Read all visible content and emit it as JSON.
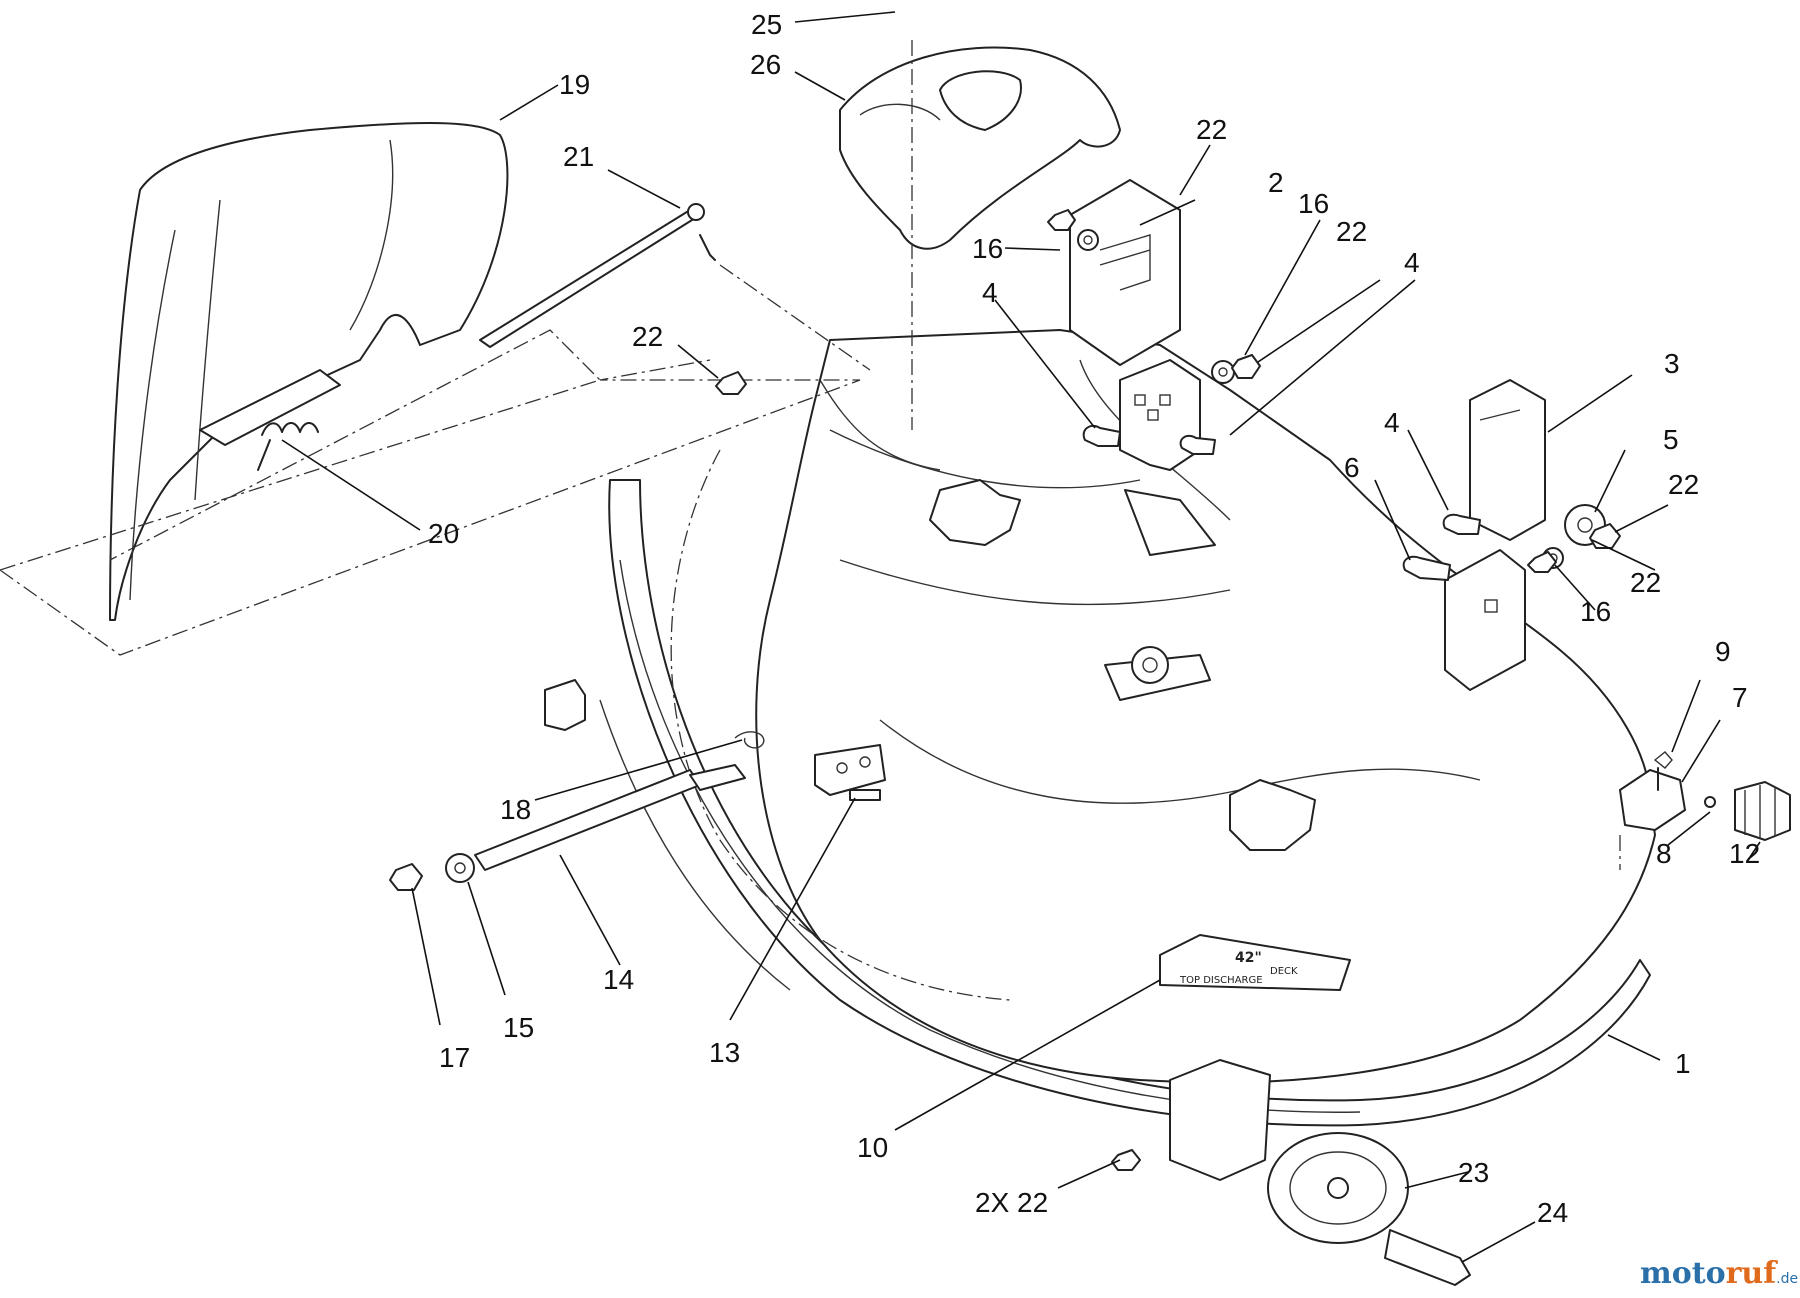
{
  "diagram": {
    "callouts": [
      {
        "id": "c25",
        "text": "25"
      },
      {
        "id": "c26",
        "text": "26"
      },
      {
        "id": "c19",
        "text": "19"
      },
      {
        "id": "c21",
        "text": "21"
      },
      {
        "id": "c22a",
        "text": "22"
      },
      {
        "id": "c2",
        "text": "2"
      },
      {
        "id": "c16a",
        "text": "16"
      },
      {
        "id": "c16b",
        "text": "16"
      },
      {
        "id": "c22b",
        "text": "22"
      },
      {
        "id": "c4a",
        "text": "4"
      },
      {
        "id": "c4b",
        "text": "4"
      },
      {
        "id": "c22c",
        "text": "22"
      },
      {
        "id": "c3",
        "text": "3"
      },
      {
        "id": "c4c",
        "text": "4"
      },
      {
        "id": "c5",
        "text": "5"
      },
      {
        "id": "c22d",
        "text": "22"
      },
      {
        "id": "c6",
        "text": "6"
      },
      {
        "id": "c22e",
        "text": "22"
      },
      {
        "id": "c16c",
        "text": "16"
      },
      {
        "id": "c20",
        "text": "20"
      },
      {
        "id": "c9",
        "text": "9"
      },
      {
        "id": "c7",
        "text": "7"
      },
      {
        "id": "c18",
        "text": "18"
      },
      {
        "id": "c8",
        "text": "8"
      },
      {
        "id": "c12",
        "text": "12"
      },
      {
        "id": "c14",
        "text": "14"
      },
      {
        "id": "c15",
        "text": "15"
      },
      {
        "id": "c17",
        "text": "17"
      },
      {
        "id": "c13",
        "text": "13"
      },
      {
        "id": "c1",
        "text": "1"
      },
      {
        "id": "c10",
        "text": "10"
      },
      {
        "id": "c23",
        "text": "23"
      },
      {
        "id": "c24",
        "text": "24"
      },
      {
        "id": "c2x22",
        "text": "2X 22"
      }
    ]
  },
  "decal": {
    "line1": "42\"",
    "line2": "DECK",
    "line3": "TOP DISCHARGE"
  },
  "watermark": {
    "part1": "moto",
    "part2": "ruf",
    "suffix": ".de"
  }
}
